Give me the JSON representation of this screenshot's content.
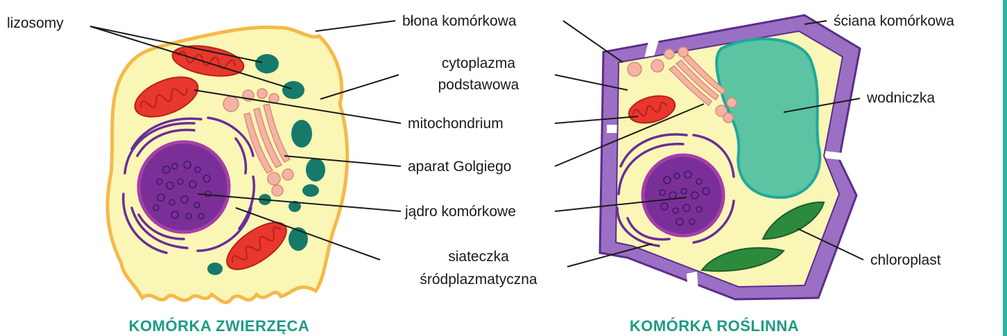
{
  "labels": {
    "lysosomes": "lizosomy",
    "cell_membrane": "błona komórkowa",
    "cell_wall": "ściana komórkowa",
    "cytoplasm_line1": "cytoplazma",
    "cytoplasm_line2": "podstawowa",
    "vacuole": "wodniczka",
    "mitochondrion": "mitochondrium",
    "golgi": "aparat Golgiego",
    "nucleus": "jądro komórkowe",
    "er_line1": "siateczka",
    "er_line2": "śródplazmatyczna",
    "chloroplast": "chloroplast"
  },
  "captions": {
    "animal": "KOMÓRKA ZWIERZĘCA",
    "plant": "KOMÓRKA ROŚLINNA"
  },
  "colors": {
    "cytoplasm": "#faf6b6",
    "membrane": "#f5b94a",
    "wall": "#9b6fc3",
    "wall_stroke": "#5b2d8a",
    "mitochondrion": "#e8372c",
    "lysosome": "#167a6a",
    "golgi": "#f4b4a4",
    "nucleus": "#7a2f98",
    "vacuole": "#5cc4a2",
    "chloroplast": "#2c8a3c",
    "caption": "#1e9a86"
  }
}
